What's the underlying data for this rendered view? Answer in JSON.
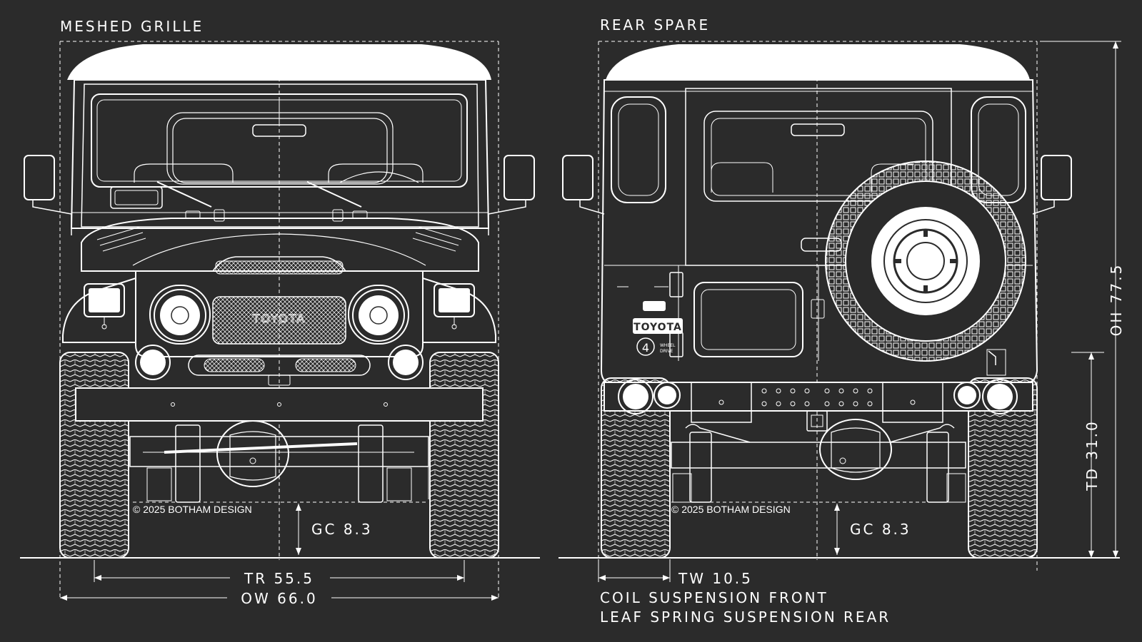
{
  "front_view": {
    "title": "MESHED GRILLE",
    "badge_text": "TOYOTA",
    "copyright": "© 2025 BOTHAM DESIGN",
    "dim_ground_clearance": "GC 8.3",
    "dim_track": "TR 55.5",
    "dim_overall_width": "OW 66.0"
  },
  "rear_view": {
    "title": "REAR SPARE",
    "badge_text": "TOYOTA",
    "badge_4wd_number": "4",
    "badge_4wd_line1": "WHEEL",
    "badge_4wd_line2": "DRIVE",
    "copyright": "© 2025 BOTHAM DESIGN",
    "dim_ground_clearance": "GC 8.3",
    "dim_tire_width": "TW 10.5",
    "suspension_front": "COIL SUSPENSION FRONT",
    "suspension_rear": "LEAF SPRING SUSPENSION REAR",
    "dim_overall_height": "OH 77.5",
    "dim_tire_diameter": "TD 31.0"
  },
  "colors": {
    "background": "#2b2b2b",
    "line": "#ffffff"
  }
}
